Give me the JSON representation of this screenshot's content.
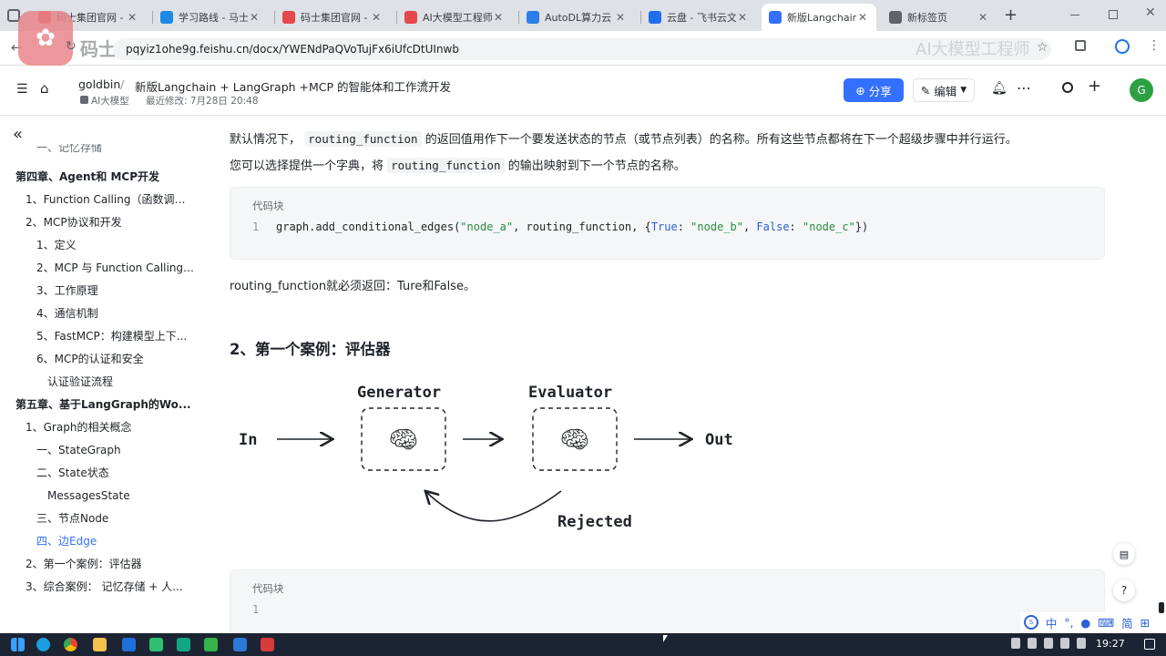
{
  "browser": {
    "tabs": [
      {
        "title": "码士集团官网 - 专",
        "color": "#e5484d",
        "icon": "mashi-logo-icon",
        "active": false
      },
      {
        "title": "学习路线 - 马士兵",
        "color": "#1e88e5",
        "icon": "route-icon",
        "active": false
      },
      {
        "title": "码士集团官网 - 专",
        "color": "#e5484d",
        "icon": "mashi-logo-icon",
        "active": false
      },
      {
        "title": "AI大模型工程师",
        "color": "#e5484d",
        "icon": "mashi-logo-icon",
        "active": false
      },
      {
        "title": "AutoDL算力云",
        "color": "#2b7de9",
        "icon": "autodl-icon",
        "active": false
      },
      {
        "title": "云盘 - 飞书云文档",
        "color": "#1f6feb",
        "icon": "feishu-icon",
        "active": false
      },
      {
        "title": "新版Langchain",
        "color": "#3370ff",
        "icon": "doc-icon",
        "active": true
      },
      {
        "title": "新标签页",
        "color": "#5f6368",
        "icon": "chrome-icon",
        "active": false
      }
    ],
    "new_tab": "+",
    "url": "pqyiz1ohe9g.feishu.cn/docx/YWENdPaQVoTujFx6iUfcDtUInwb",
    "watermark_left": "码士集团",
    "watermark_right": "AI大模型工程师"
  },
  "doc_header": {
    "owner": "goldbin",
    "title": "新版Langchain + LangGraph +MCP 的智能体和工作流开发",
    "space": "AI大模型",
    "modified": "最近修改: 7月28日 20:48",
    "share_label": "分享",
    "edit_label": "编辑",
    "avatar": "G",
    "accent": "#3370ff"
  },
  "sidebar": {
    "collapse": "«",
    "items": [
      {
        "label": "一、记忆存储",
        "level": 2
      },
      {
        "label": "第四章、Agent和 MCP开发",
        "level": 0
      },
      {
        "label": "1、Function Calling（函数调用...",
        "level": 1
      },
      {
        "label": "2、MCP协议和开发",
        "level": 1
      },
      {
        "label": "1、定义",
        "level": 2
      },
      {
        "label": "2、MCP 与 Function Calling ...",
        "level": 2
      },
      {
        "label": "3、工作原理",
        "level": 2
      },
      {
        "label": "4、通信机制",
        "level": 2
      },
      {
        "label": "5、FastMCP：构建模型上下...",
        "level": 2
      },
      {
        "label": "6、MCP的认证和安全",
        "level": 2
      },
      {
        "label": "认证验证流程",
        "level": 3
      },
      {
        "label": "第五章、基于LangGraph的Wo...",
        "level": 0
      },
      {
        "label": "1、Graph的相关概念",
        "level": 1
      },
      {
        "label": "一、StateGraph",
        "level": 2
      },
      {
        "label": "二、State状态",
        "level": 2
      },
      {
        "label": "MessagesState",
        "level": 3
      },
      {
        "label": "三、节点Node",
        "level": 2
      },
      {
        "label": "四、边Edge",
        "level": 2,
        "active": true
      },
      {
        "label": "2、第一个案例：评估器",
        "level": 1
      },
      {
        "label": "3、综合案例： 记忆存储 + 人...",
        "level": 1
      }
    ]
  },
  "content": {
    "para1_pre": "默认情况下，",
    "para1_code": "routing_function",
    "para1_post": "的返回值用作下一个要发送状态的节点（或节点列表）的名称。所有这些节点都将在下一个超级步骤中并行运行。",
    "para2_pre": "您可以选择提供一个字典，将",
    "para2_code": "routing_function",
    "para2_post": "的输出映射到下一个节点的名称。",
    "code1_label": "代码块",
    "code1_line_no": "1",
    "code1_parts": {
      "a": "graph.add_conditional_edges(",
      "s1": "\"node_a\"",
      "b": ", routing_function, {",
      "k1": "True",
      "c": ": ",
      "s2": "\"node_b\"",
      "d": ", ",
      "k2": "False",
      "e": ": ",
      "s3": "\"node_c\"",
      "f": "})"
    },
    "para3": "routing_function就必须返回：Ture和False。",
    "heading2": "2、第一个案例：评估器",
    "diagram": {
      "in": "In",
      "generator": "Generator",
      "evaluator": "Evaluator",
      "out": "Out",
      "rejected": "Rejected"
    },
    "code2_label": "代码块",
    "code2_line_no": "1"
  },
  "taskbar": {
    "tray": {
      "ime": "中",
      "time": "19:27",
      "ime2": "简"
    }
  }
}
